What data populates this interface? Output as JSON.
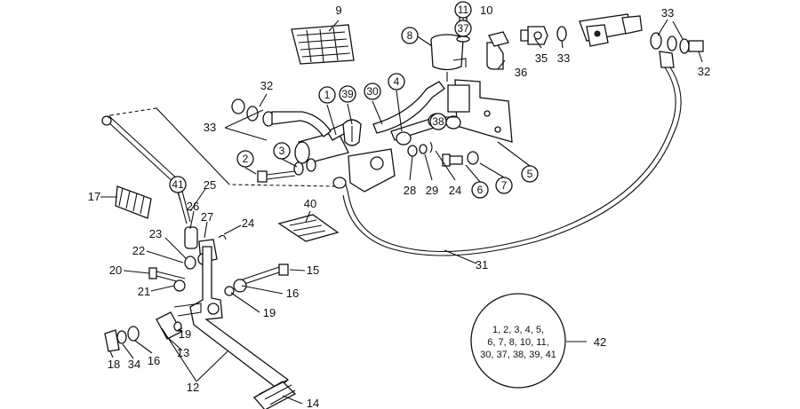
{
  "diagram": {
    "labels": {
      "p1": "1",
      "p2": "2",
      "p3": "3",
      "p4": "4",
      "p5": "5",
      "p6": "6",
      "p7": "7",
      "p8": "8",
      "p9": "9",
      "p10": "10",
      "p11": "11",
      "p12": "12",
      "p13": "13",
      "p14": "14",
      "p15": "15",
      "p16a": "16",
      "p16b": "16",
      "p17": "17",
      "p18": "18",
      "p19a": "19",
      "p19b": "19",
      "p20": "20",
      "p21": "21",
      "p22": "22",
      "p23": "23",
      "p24a": "24",
      "p24b": "24",
      "p25": "25",
      "p26": "26",
      "p27": "27",
      "p28": "28",
      "p29": "29",
      "p30": "30",
      "p31": "31",
      "p32a": "32",
      "p32b": "32",
      "p33a": "33",
      "p33b": "33",
      "p33c": "33",
      "p34": "34",
      "p35": "35",
      "p36": "36",
      "p37": "37",
      "p38": "38",
      "p39": "39",
      "p40": "40",
      "p41": "41",
      "p42": "42"
    },
    "kit_lines": [
      "1, 2, 3, 4, 5,",
      "6, 7, 8, 10, 11,",
      "30, 37, 38, 39, 41"
    ]
  }
}
